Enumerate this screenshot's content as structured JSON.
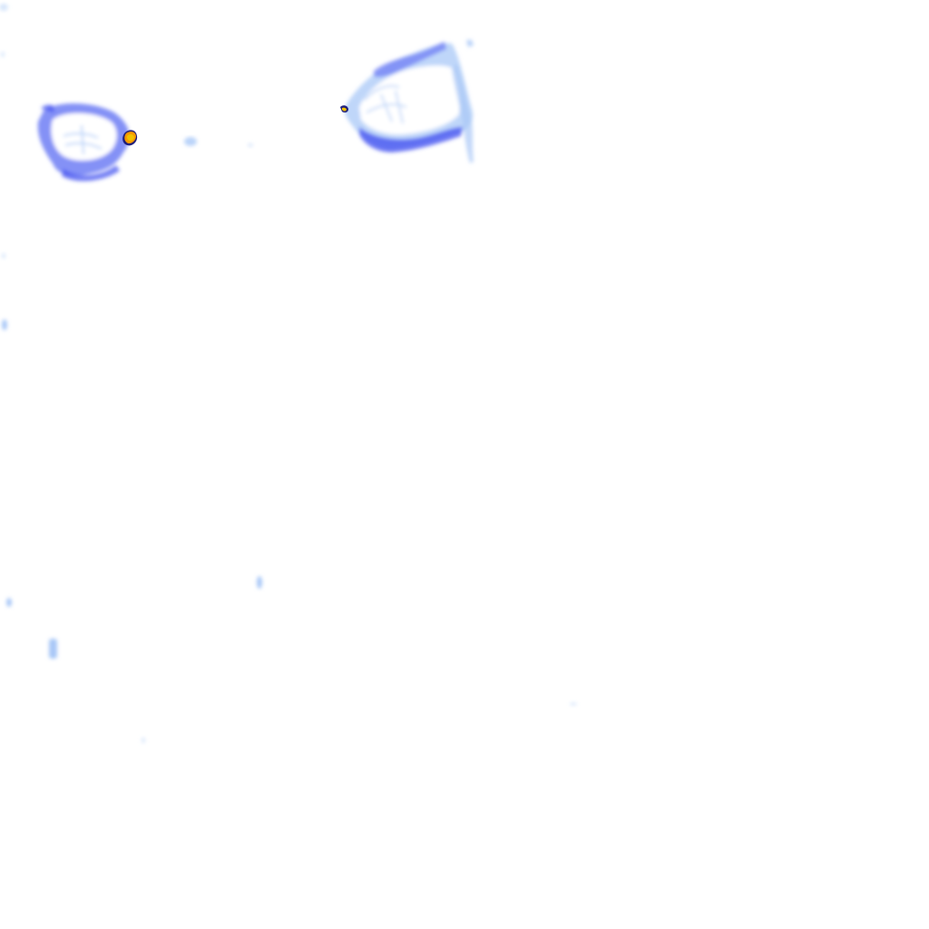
{
  "colors": {
    "background": "#ffffff",
    "deep_blue": "#3d4cf0",
    "mid_blue": "#6f7ef5",
    "light_blue": "#a9c8f7",
    "pale_blue": "#d7e6fb",
    "hotspot_yellow": "#f2c200",
    "hotspot_orange": "#f59a00",
    "hotspot_dark": "#1a1a7a"
  },
  "regions": [
    {
      "name": "left-blob",
      "intensity": "high"
    },
    {
      "name": "right-blob",
      "intensity": "medium"
    },
    {
      "name": "sparse-specks",
      "intensity": "low"
    }
  ]
}
